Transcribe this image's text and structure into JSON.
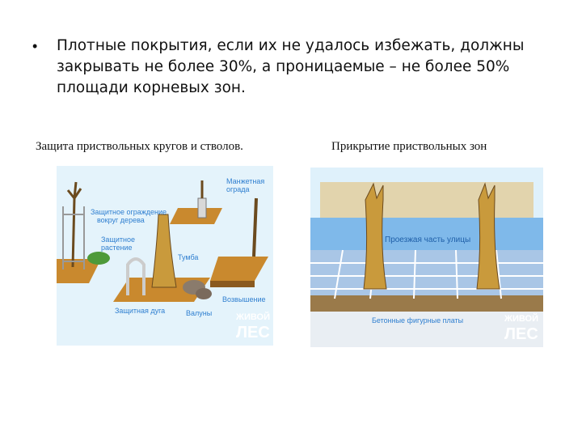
{
  "bullet": {
    "marker": "•",
    "text": "Плотные покрытия, если их не удалось избежать, должны закрывать не более 30%, а проницаемые – не более 50% площади корневых зон."
  },
  "captions": {
    "left": "Защита приствольных кругов и стволов.",
    "right": "Прикрытие приствольных зон"
  },
  "left_figure": {
    "labels": {
      "manzhet": [
        "Манжетная",
        "ограда"
      ],
      "ograzhdenie": [
        "Защитное ограждение",
        "вокруг дерева"
      ],
      "rastenie": [
        "Защитное",
        "растение"
      ],
      "tumba": "Тумба",
      "vozvyshenie": "Возвышение",
      "duga": "Защитная дуга",
      "valuny": "Валуны"
    },
    "watermark": [
      "ЖИВОЙ",
      "ЛЕС"
    ]
  },
  "right_figure": {
    "labels": {
      "road": "Проезжая часть улицы",
      "plates": "Бетонные фигурные платы"
    },
    "watermark": [
      "ЖИВОЙ",
      "ЛЕС"
    ]
  },
  "colors": {
    "label_blue": "#2f7fd0",
    "soil": "#c9892e",
    "sky": "#dff1fb"
  }
}
